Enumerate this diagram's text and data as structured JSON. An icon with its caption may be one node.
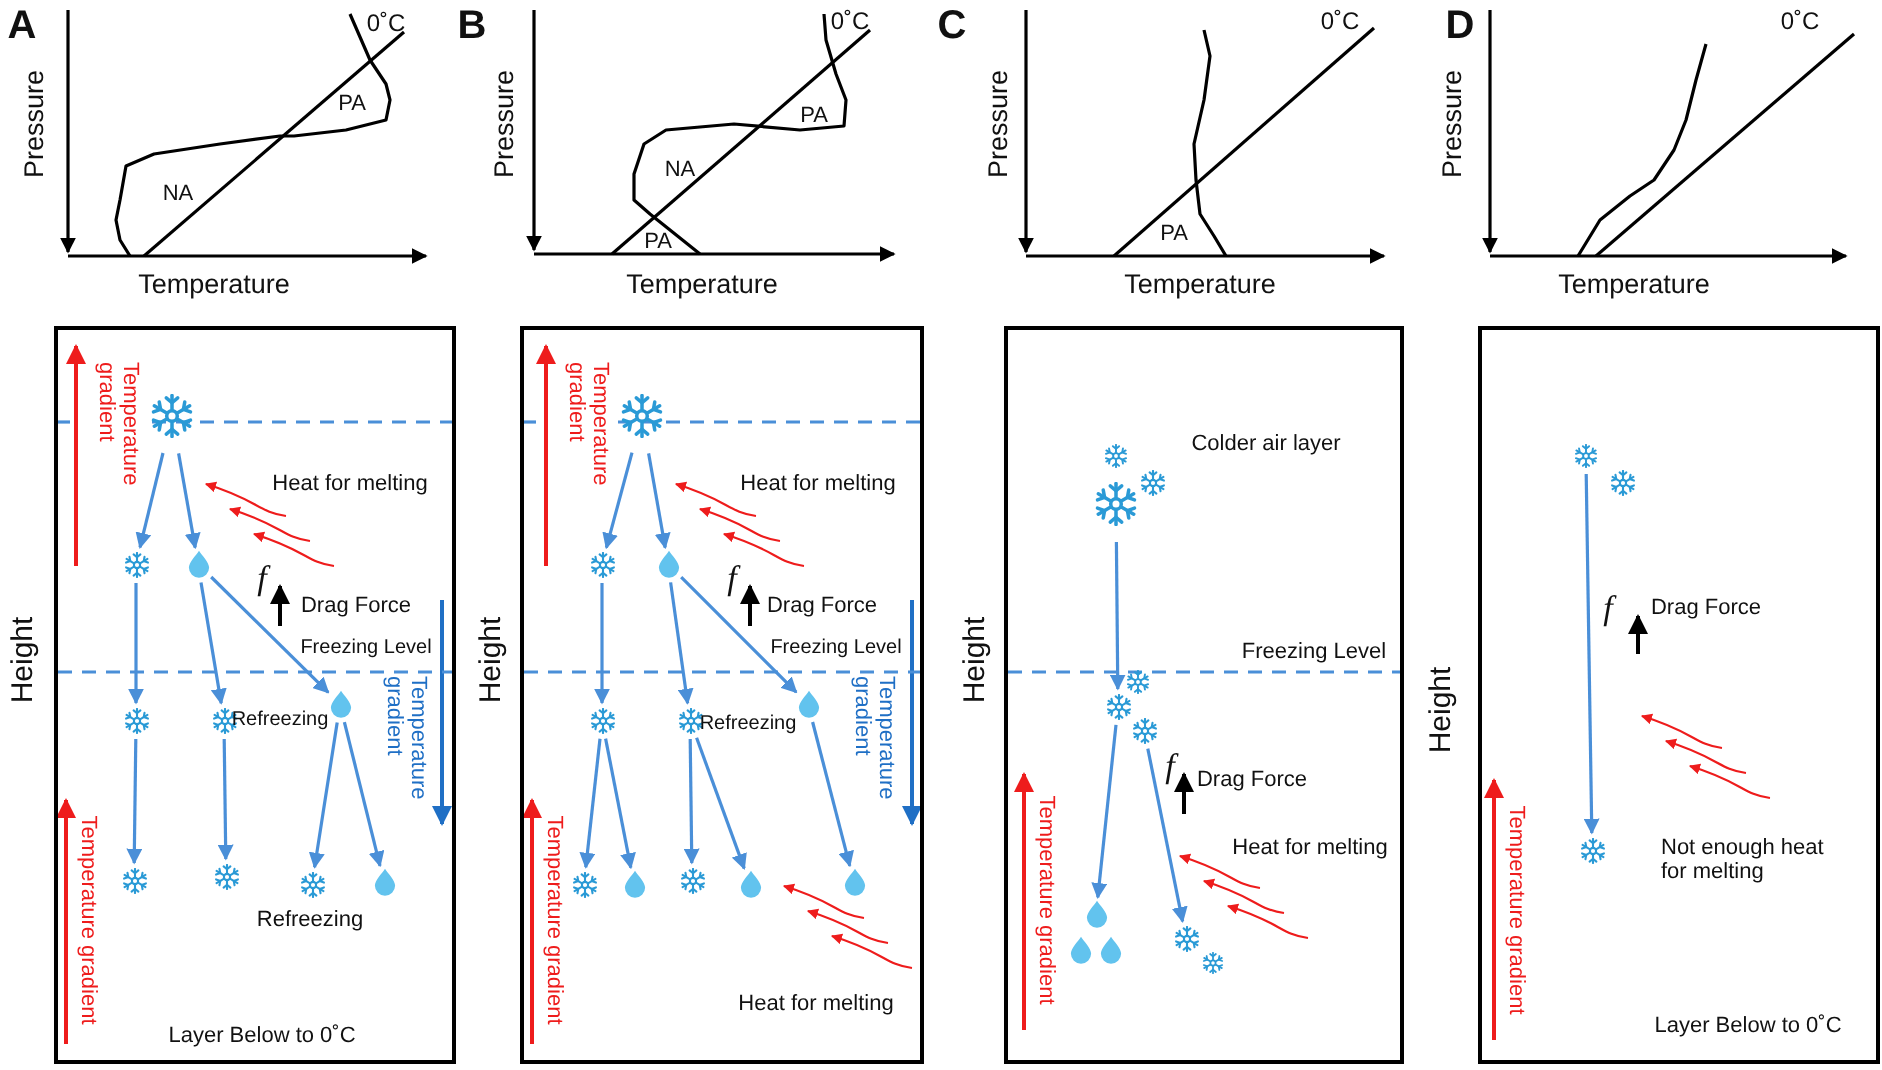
{
  "diagram": {
    "nodes": [
      {
        "text": [],
        "shape": "box"
      },
      {
        "text": [],
        "shape": "snowflake",
        "in": 0
      },
      {
        "text": [],
        "shape": "snowflake",
        "in": 0
      },
      {
        "text": [],
        "shape": "drop",
        "in": 0
      },
      {
        "text": [],
        "shape": "snowflake",
        "in": 0
      },
      {
        "text": [],
        "shape": "snowflake",
        "in": 0
      },
      {
        "text": [],
        "shape": "drop",
        "in": 0
      },
      {
        "text": [],
        "shape": "snowflake",
        "in": 0
      },
      {
        "text": [],
        "shape": "snowflake",
        "in": 0
      },
      {
        "text": [],
        "shape": "snowflake",
        "in": 0
      },
      {
        "text": [],
        "shape": "drop",
        "in": 0
      },
      {
        "text": [],
        "shape": "box"
      },
      {
        "text": [],
        "shape": "snowflake",
        "in": 11
      },
      {
        "text": [],
        "shape": "snowflake",
        "in": 11
      },
      {
        "text": [],
        "shape": "drop",
        "in": 11
      },
      {
        "text": [],
        "shape": "snowflake",
        "in": 11
      },
      {
        "text": [],
        "shape": "snowflake",
        "in": 11
      },
      {
        "text": [],
        "shape": "drop",
        "in": 11
      },
      {
        "text": [],
        "shape": "snowflake",
        "in": 11
      },
      {
        "text": [],
        "shape": "drop",
        "in": 11
      },
      {
        "text": [],
        "shape": "snowflake",
        "in": 11
      },
      {
        "text": [],
        "shape": "drop",
        "in": 11
      },
      {
        "text": [],
        "shape": "drop",
        "in": 11
      },
      {
        "text": [],
        "shape": "box"
      },
      {
        "text": [],
        "shape": "snowflake",
        "in": 23
      },
      {
        "text": [],
        "shape": "snowflake",
        "in": 23
      },
      {
        "text": [],
        "shape": "snowflake",
        "in": 23
      },
      {
        "text": [],
        "shape": "snowflake",
        "in": 23
      },
      {
        "text": [],
        "shape": "snowflake",
        "in": 23
      },
      {
        "text": [],
        "shape": "snowflake",
        "in": 23
      },
      {
        "text": [],
        "shape": "drop",
        "in": 23
      },
      {
        "text": [],
        "shape": "drop",
        "in": 23
      },
      {
        "text": [],
        "shape": "drop",
        "in": 23
      },
      {
        "text": [],
        "shape": "snowflake",
        "in": 23
      },
      {
        "text": [],
        "shape": "snowflake",
        "in": 23
      },
      {
        "text": [],
        "shape": "box"
      },
      {
        "text": [],
        "shape": "snowflake",
        "in": 35
      },
      {
        "text": [],
        "shape": "snowflake",
        "in": 35
      },
      {
        "text": [],
        "shape": "snowflake",
        "in": 35
      }
    ],
    "edges": [
      {
        "from": 1,
        "to": 2,
        "arrow": "to"
      },
      {
        "from": 1,
        "to": 3,
        "arrow": "to"
      },
      {
        "from": 2,
        "to": 4,
        "arrow": "to"
      },
      {
        "from": 3,
        "to": 5,
        "arrow": "to"
      },
      {
        "from": 3,
        "to": 6,
        "arrow": "to"
      },
      {
        "from": 4,
        "to": 7,
        "arrow": "to"
      },
      {
        "from": 5,
        "to": 8,
        "arrow": "to"
      },
      {
        "from": 6,
        "to": 9,
        "arrow": "to"
      },
      {
        "from": 6,
        "to": 10,
        "arrow": "to"
      },
      {
        "from": 12,
        "to": 13,
        "arrow": "to"
      },
      {
        "from": 12,
        "to": 14,
        "arrow": "to"
      },
      {
        "from": 13,
        "to": 15,
        "arrow": "to"
      },
      {
        "from": 14,
        "to": 16,
        "arrow": "to"
      },
      {
        "from": 14,
        "to": 17,
        "arrow": "to"
      },
      {
        "from": 15,
        "to": 18,
        "arrow": "to"
      },
      {
        "from": 15,
        "to": 19,
        "arrow": "to"
      },
      {
        "from": 16,
        "to": 20,
        "arrow": "to"
      },
      {
        "from": 16,
        "to": 21,
        "arrow": "to"
      },
      {
        "from": 17,
        "to": 22,
        "arrow": "to"
      },
      {
        "from": 26,
        "to": 28,
        "arrow": "to"
      },
      {
        "from": 28,
        "to": 30,
        "arrow": "to"
      },
      {
        "from": 29,
        "to": 33,
        "arrow": "to"
      },
      {
        "from": 36,
        "to": 38,
        "arrow": "to"
      }
    ],
    "labels": [
      "A",
      "0˚C",
      "Pressure",
      "PA",
      "NA",
      "Temperature",
      "B",
      "0˚C",
      "Pressure",
      "PA",
      "NA",
      "PA",
      "Temperature",
      "C",
      "0˚C",
      "Pressure",
      "PA",
      "Temperature",
      "D",
      "0˚C",
      "Pressure",
      "Temperature",
      "Height",
      "Temperature gradient",
      "Heat for melting",
      "f",
      "Drag Force",
      "Freezing Level",
      "Temperature gradient",
      "Refreezing",
      "Temperature gradient",
      "Refreezing",
      "Layer Below to 0˚C",
      "Height",
      "Temperature gradient",
      "Heat for melting",
      "f",
      "Drag Force",
      "Freezing Level",
      "Temperature gradient",
      "Refreezing",
      "Temperature gradient",
      "Heat for melting",
      "Height",
      "Colder air layer",
      "Freezing Level",
      "f",
      "Drag Force",
      "Heat for melting",
      "Temperature gradient",
      "Height",
      "f",
      "Drag Force",
      "Not enough heat for melting",
      "Temperature gradient",
      "Layer Below to 0˚C"
    ]
  }
}
